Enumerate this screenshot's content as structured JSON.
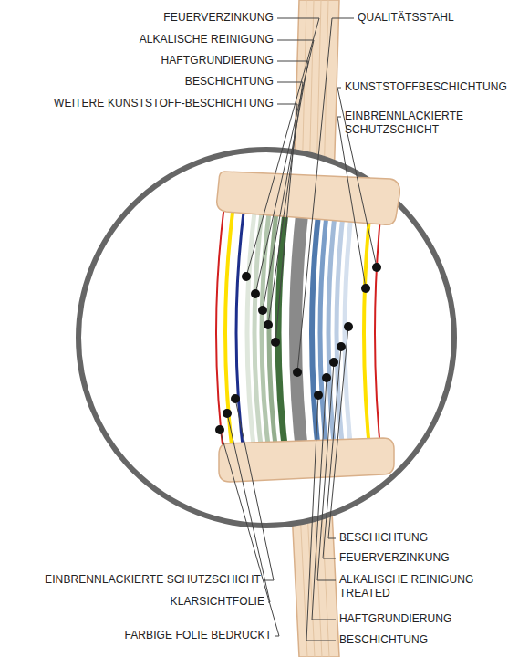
{
  "diagram": {
    "labels": [
      "FEUERVERZINKUNG",
      "ALKALISCHE REINIGUNG",
      "HAFTGRUNDIERUNG",
      "BESCHICHTUNG",
      "WEITERE KUNSTSTOFF-BESCHICHTUNG",
      "QUALITÄTSSTAHL",
      "KUNSTSTOFFBESCHICHTUNG",
      "EINBRENNLACKIERTE SCHUTZSCHICHT",
      "EINBRENNLACKIERTE SCHUTZSCHICHT",
      "KLARSICHTFOLIE",
      "FARBIGE FOLIE BEDRUCKT",
      "BESCHICHTUNG",
      "FEUERVERZINKUNG",
      "ALKALISCHE REINIGUNG TREATED",
      "HAFTGRUNDIERUNG",
      "BESCHICHTUNG"
    ]
  }
}
